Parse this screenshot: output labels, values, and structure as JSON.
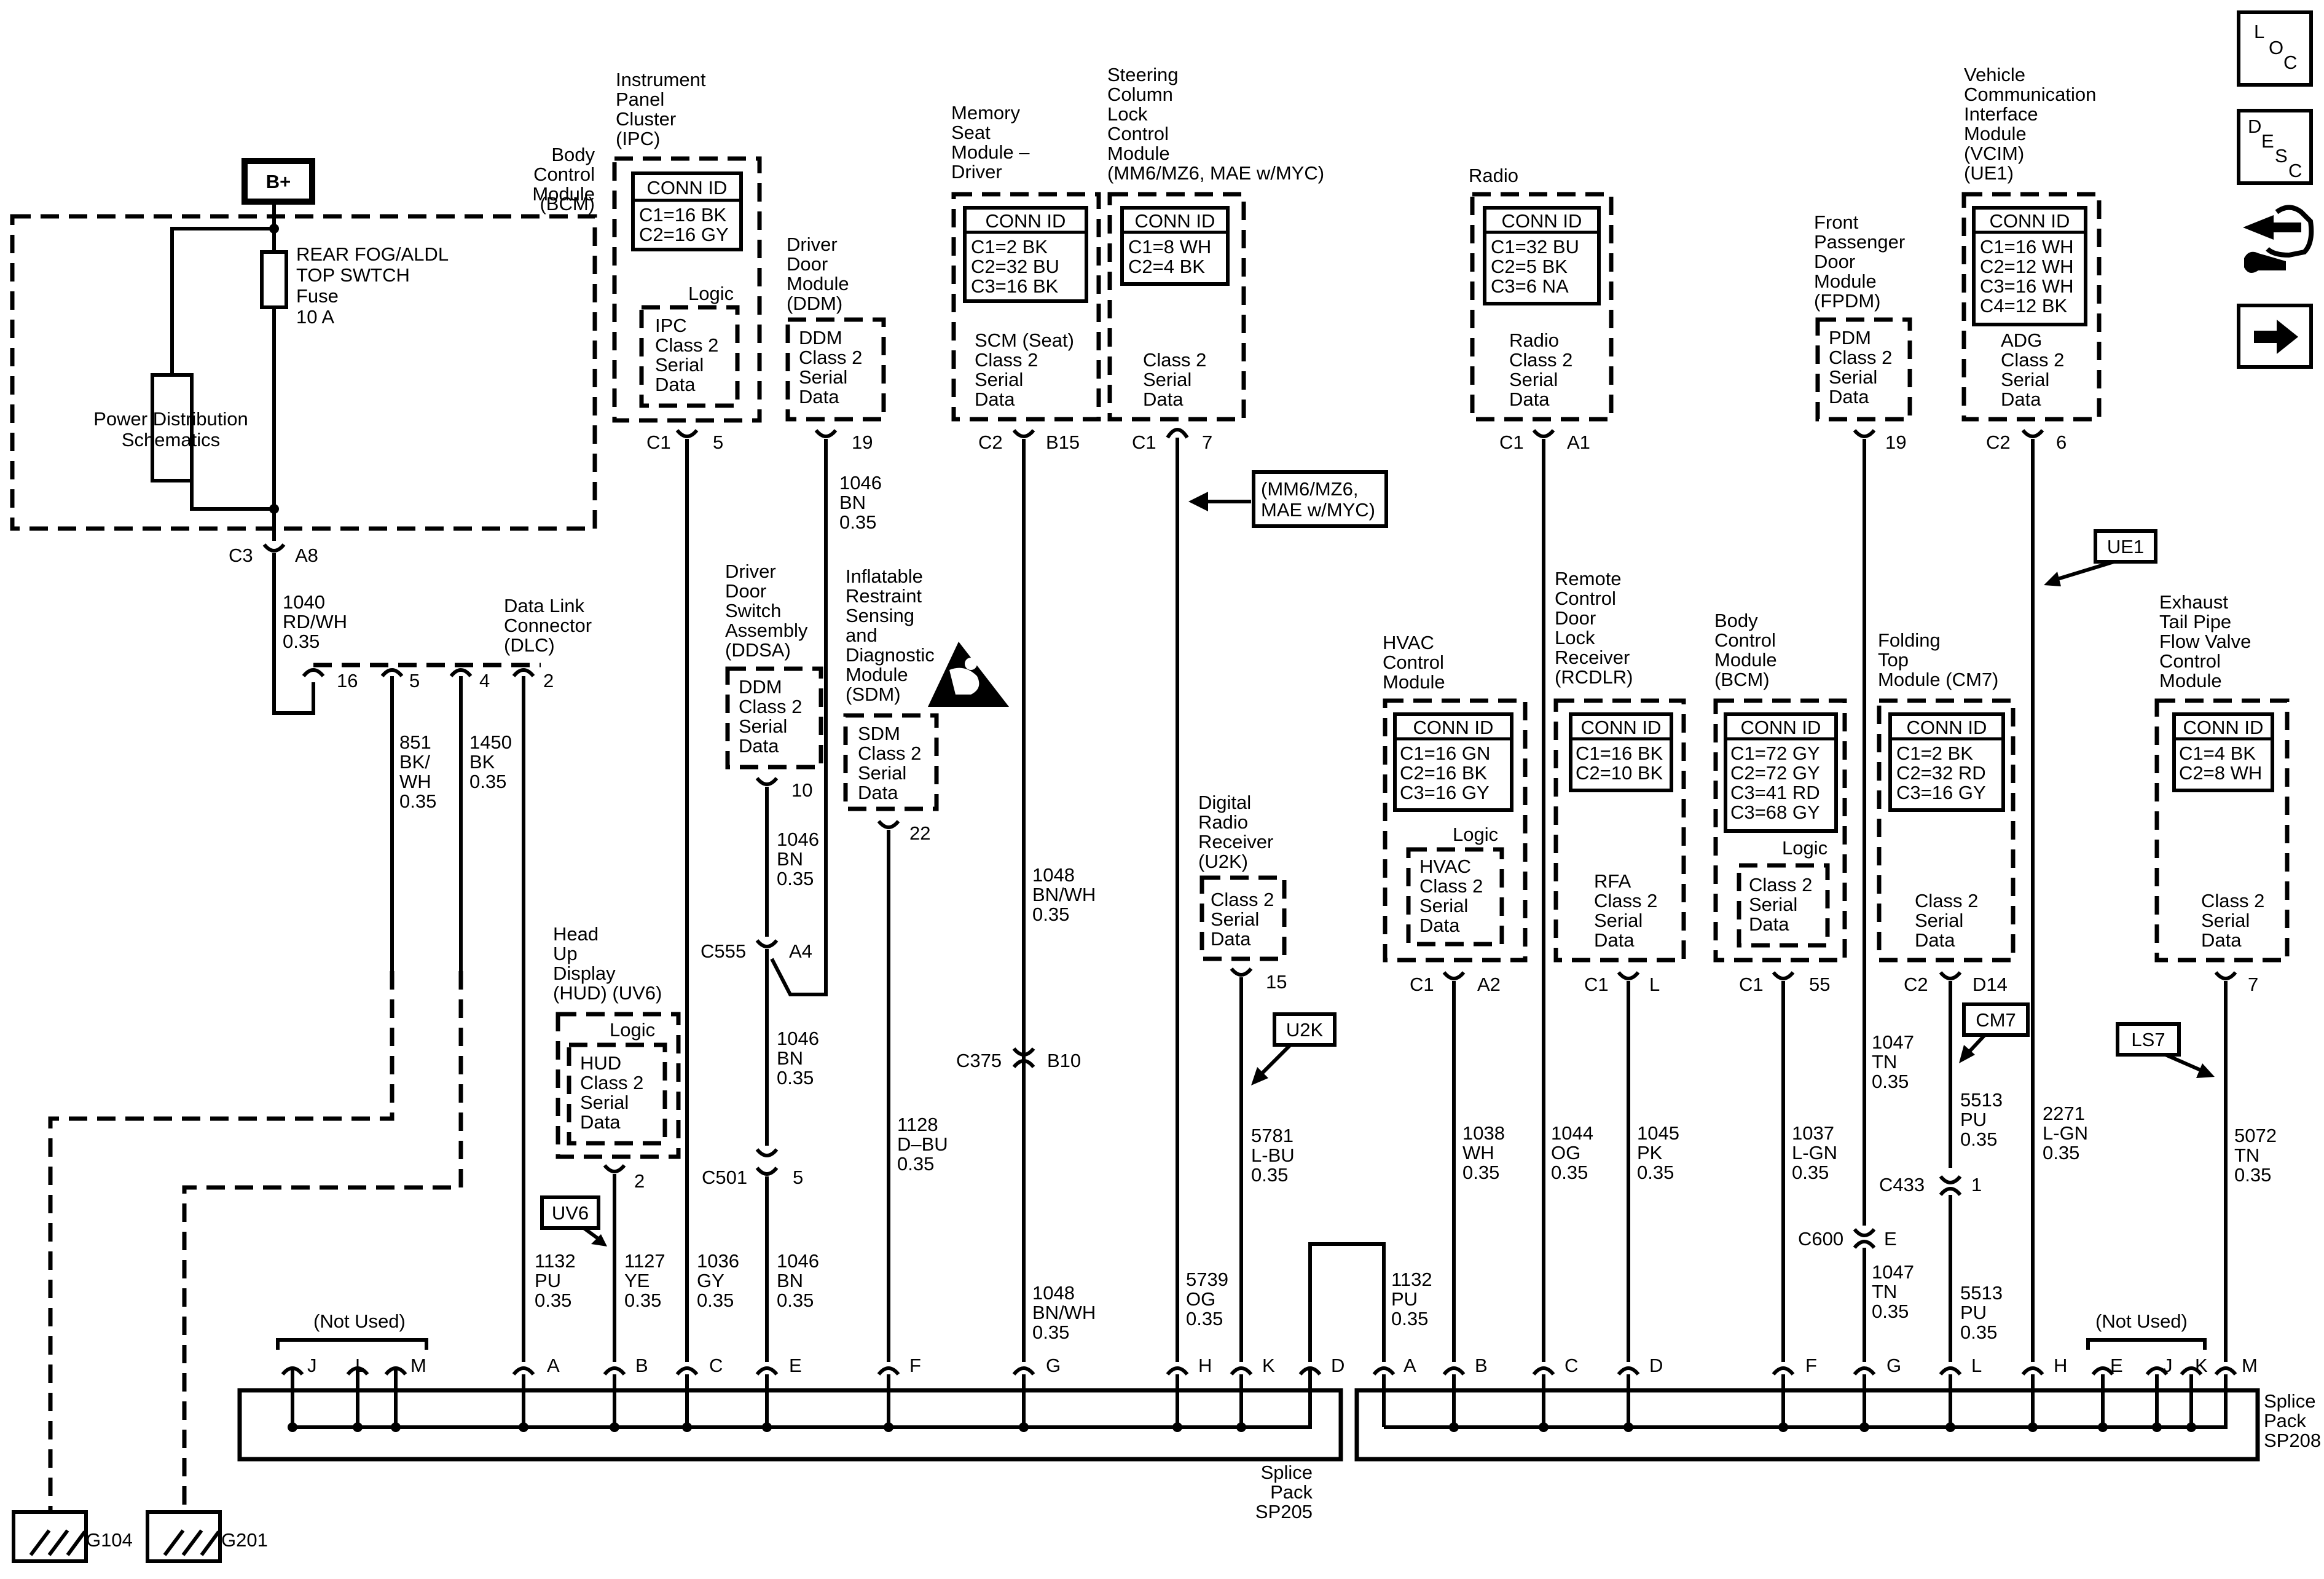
{
  "battery": "B+",
  "nav": {
    "loc": [
      "L",
      "O",
      "C"
    ],
    "desc": [
      "D",
      "E",
      "S",
      "C"
    ]
  },
  "fuse": {
    "lines": [
      "REAR FOG/ALDL",
      "TOP SWTCH",
      "Fuse",
      "10 A"
    ]
  },
  "pds": {
    "lines": [
      "Power Distribution",
      "Schematics"
    ]
  },
  "bcm_top": {
    "lines": [
      "Body",
      "Control",
      "Module",
      "(BCM)"
    ]
  },
  "bcm_conn": {
    "pin_a": "C3",
    "pin_b": "A8"
  },
  "wire_1040": {
    "lines": [
      "1040",
      "RD/WH",
      "0.35"
    ]
  },
  "dlc": {
    "lines": [
      "Data Link",
      "Connector",
      "(DLC)"
    ],
    "pins": [
      "16",
      "5",
      "4",
      "2"
    ]
  },
  "wire_851": {
    "lines": [
      "851",
      "BK/",
      "WH",
      "0.35"
    ]
  },
  "wire_1450": {
    "lines": [
      "1450",
      "BK",
      "0.35"
    ]
  },
  "grounds": [
    "G104",
    "G201"
  ],
  "ipc": {
    "title": [
      "Instrument",
      "Panel",
      "Cluster",
      "(IPC)"
    ],
    "conn_title": "CONN ID",
    "conn": [
      "C1=16 BK",
      "C2=16 GY"
    ],
    "logic": "Logic",
    "inner": [
      "IPC",
      "Class 2",
      "Serial",
      "Data"
    ],
    "pin_a": "C1",
    "pin_b": "5"
  },
  "ddm": {
    "title": [
      "Driver",
      "Door",
      "Module",
      "(DDM)"
    ],
    "inner": [
      "DDM",
      "Class 2",
      "Serial",
      "Data"
    ],
    "pin": "19"
  },
  "wire_1046_top": {
    "lines": [
      "1046",
      "BN",
      "0.35"
    ]
  },
  "ddsa": {
    "title": [
      "Driver",
      "Door",
      "Switch",
      "Assembly",
      "(DDSA)"
    ],
    "inner": [
      "DDM",
      "Class 2",
      "Serial",
      "Data"
    ],
    "pin": "10"
  },
  "wire_1046_a": {
    "lines": [
      "1046",
      "BN",
      "0.35"
    ]
  },
  "c555": {
    "a": "C555",
    "b": "A4"
  },
  "wire_1046_b": {
    "lines": [
      "1046",
      "BN",
      "0.35"
    ]
  },
  "c501": {
    "a": "C501",
    "b": "5"
  },
  "wire_1046_c": {
    "lines": [
      "1046",
      "BN",
      "0.35"
    ]
  },
  "sdm": {
    "title": [
      "Inflatable",
      "Restraint",
      "Sensing",
      "and",
      "Diagnostic",
      "Module",
      "(SDM)"
    ],
    "inner": [
      "SDM",
      "Class 2",
      "Serial",
      "Data"
    ],
    "pin": "22"
  },
  "wire_1128": {
    "lines": [
      "1128",
      "D–BU",
      "0.35"
    ]
  },
  "hud": {
    "title": [
      "Head",
      "Up",
      "Display",
      "(HUD)  (UV6)"
    ],
    "logic": "Logic",
    "inner": [
      "HUD",
      "Class 2",
      "Serial",
      "Data"
    ],
    "pin": "2"
  },
  "tag_uv6": "UV6",
  "wire_1132_l": {
    "lines": [
      "1132",
      "PU",
      "0.35"
    ]
  },
  "wire_1127": {
    "lines": [
      "1127",
      "YE",
      "0.35"
    ]
  },
  "wire_1036": {
    "lines": [
      "1036",
      "GY",
      "0.35"
    ]
  },
  "msm": {
    "title": [
      "Memory",
      "Seat",
      "Module –",
      "Driver"
    ],
    "conn_title": "CONN ID",
    "conn": [
      "C1=2 BK",
      "C2=32 BU",
      "C3=16 BK"
    ],
    "inner": [
      "SCM (Seat)",
      "Class 2",
      "Serial",
      "Data"
    ],
    "pin_a": "C2",
    "pin_b": "B15"
  },
  "wire_1048_a": {
    "lines": [
      "1048",
      "BN/WH",
      "0.35"
    ]
  },
  "c375": {
    "a": "C375",
    "b": "B10"
  },
  "wire_1048_b": {
    "lines": [
      "1048",
      "BN/WH",
      "0.35"
    ]
  },
  "sccl": {
    "title": [
      "Steering",
      "Column",
      "Lock",
      "Control",
      "Module",
      "(MM6/MZ6, MAE w/MYC)"
    ],
    "conn_title": "CONN ID",
    "conn": [
      "C1=8 WH",
      "C2=4 BK"
    ],
    "inner": [
      "Class 2",
      "Serial",
      "Data"
    ],
    "pin_a": "C1",
    "pin_b": "7"
  },
  "tag_mm6": [
    "(MM6/MZ6,",
    "MAE w/MYC)"
  ],
  "wire_5739": {
    "lines": [
      "5739",
      "OG",
      "0.35"
    ]
  },
  "drr": {
    "title": [
      "Digital",
      "Radio",
      "Receiver",
      "(U2K)"
    ],
    "inner": [
      "Class 2",
      "Serial",
      "Data"
    ],
    "pin": "15"
  },
  "tag_u2k": "U2K",
  "wire_5781": {
    "lines": [
      "5781",
      "L-BU",
      "0.35"
    ]
  },
  "sp205": {
    "pins": [
      "J",
      "L",
      "M",
      "A",
      "B",
      "C",
      "E",
      "F",
      "G",
      "H",
      "K",
      "D"
    ],
    "not_used": "(Not Used)",
    "label": [
      "Splice",
      "Pack",
      "SP205"
    ]
  },
  "wire_1132_r": {
    "lines": [
      "1132",
      "PU",
      "0.35"
    ]
  },
  "hvac": {
    "title": [
      "HVAC",
      "Control",
      "Module"
    ],
    "conn_title": "CONN ID",
    "conn": [
      "C1=16 GN",
      "C2=16 BK",
      "C3=16 GY"
    ],
    "logic": "Logic",
    "inner": [
      "HVAC",
      "Class 2",
      "Serial",
      "Data"
    ],
    "pin_a": "C1",
    "pin_b": "A2"
  },
  "wire_1038": {
    "lines": [
      "1038",
      "WH",
      "0.35"
    ]
  },
  "radio": {
    "title": "Radio",
    "conn_title": "CONN ID",
    "conn": [
      "C1=32 BU",
      "C2=5 BK",
      "C3=6 NA"
    ],
    "inner": [
      "Radio",
      "Class 2",
      "Serial",
      "Data"
    ],
    "pin_a": "C1",
    "pin_b": "A1"
  },
  "wire_1044": {
    "lines": [
      "1044",
      "OG",
      "0.35"
    ]
  },
  "rcdlr": {
    "title": [
      "Remote",
      "Control",
      "Door",
      "Lock",
      "Receiver",
      "(RCDLR)"
    ],
    "conn_title": "CONN ID",
    "conn": [
      "C1=16 BK",
      "C2=10 BK"
    ],
    "inner": [
      "RFA",
      "Class 2",
      "Serial",
      "Data"
    ],
    "pin_a": "C1",
    "pin_b": "L"
  },
  "wire_1045": {
    "lines": [
      "1045",
      "PK",
      "0.35"
    ]
  },
  "bcm2": {
    "title": [
      "Body",
      "Control",
      "Module",
      "(BCM)"
    ],
    "conn_title": "CONN ID",
    "conn": [
      "C1=72 GY",
      "C2=72 GY",
      "C3=41 RD",
      "C3=68 GY"
    ],
    "logic": "Logic",
    "inner": [
      "Class 2",
      "Serial",
      "Data"
    ],
    "pin_a": "C1",
    "pin_b": "55"
  },
  "wire_1037": {
    "lines": [
      "1037",
      "L-GN",
      "0.35"
    ]
  },
  "fpdm": {
    "title": [
      "Front",
      "Passenger",
      "Door",
      "Module",
      "(FPDM)"
    ],
    "inner": [
      "PDM",
      "Class 2",
      "Serial",
      "Data"
    ],
    "pin": "19"
  },
  "wire_1047_a": {
    "lines": [
      "1047",
      "TN",
      "0.35"
    ]
  },
  "c600": {
    "a": "C600",
    "b": "E"
  },
  "wire_1047_b": {
    "lines": [
      "1047",
      "TN",
      "0.35"
    ]
  },
  "cm7": {
    "title": [
      "Folding",
      "Top",
      "Module (CM7)"
    ],
    "conn_title": "CONN ID",
    "conn": [
      "C1=2 BK",
      "C2=32 RD",
      "C3=16 GY"
    ],
    "inner": [
      "Class 2",
      "Serial",
      "Data"
    ],
    "pin_a": "C2",
    "pin_b": "D14"
  },
  "tag_cm7": "CM7",
  "wire_5513_a": {
    "lines": [
      "5513",
      "PU",
      "0.35"
    ]
  },
  "c433": {
    "a": "C433",
    "b": "1"
  },
  "wire_5513_b": {
    "lines": [
      "5513",
      "PU",
      "0.35"
    ]
  },
  "vcim": {
    "title": [
      "Vehicle",
      "Communication",
      "Interface",
      "Module",
      "(VCIM)",
      "(UE1)"
    ],
    "conn_title": "CONN ID",
    "conn": [
      "C1=16 WH",
      "C2=12 WH",
      "C3=16 WH",
      "C4=12 BK"
    ],
    "inner": [
      "ADG",
      "Class 2",
      "Serial",
      "Data"
    ],
    "pin_a": "C2",
    "pin_b": "6"
  },
  "tag_ue1": "UE1",
  "wire_2271": {
    "lines": [
      "2271",
      "L-GN",
      "0.35"
    ]
  },
  "etpfv": {
    "title": [
      "Exhaust",
      "Tail Pipe",
      "Flow Valve",
      "Control",
      "Module"
    ],
    "conn_title": "CONN ID",
    "conn": [
      "C1=4 BK",
      "C2=8 WH"
    ],
    "inner": [
      "Class 2",
      "Serial",
      "Data"
    ],
    "pin": "7"
  },
  "tag_ls7": "LS7",
  "wire_5072": {
    "lines": [
      "5072",
      "TN",
      "0.35"
    ]
  },
  "sp208": {
    "pins": [
      "A",
      "B",
      "C",
      "D",
      "F",
      "G",
      "L",
      "H",
      "E",
      "J",
      "K",
      "M"
    ],
    "not_used": "(Not Used)",
    "label": [
      "Splice",
      "Pack",
      "SP208"
    ]
  }
}
